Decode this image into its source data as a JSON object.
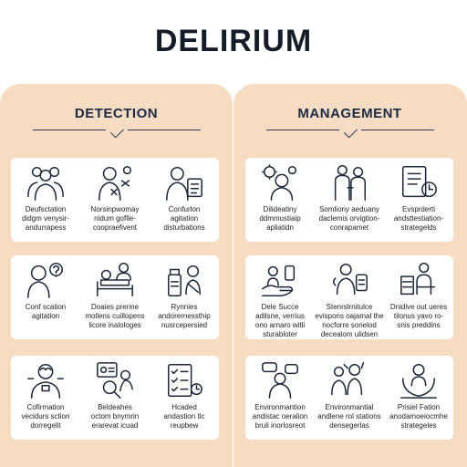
{
  "title": "DELIRIUM",
  "sections": [
    {
      "heading": "DETECTION",
      "cards": [
        [
          {
            "icon": "group-of-people-icon",
            "caption": "Deufsctation\ndidgm venysir-\nandurrapess"
          },
          {
            "icon": "confused-patient-icon",
            "caption": "Norsinpwomay\nnidum goflle-\ncoopraefivent"
          },
          {
            "icon": "doctor-clipboard-icon",
            "caption": "Confurlon\nagitation\ndisturbations"
          }
        ],
        [
          {
            "icon": "question-head-icon",
            "caption": "Conf scation\nagitation"
          },
          {
            "icon": "hospital-bed-icon",
            "caption": "Doaies prerine\nmollens cuillopens\nlicore inalologes"
          },
          {
            "icon": "medicine-bottle-icon",
            "caption": "Rynnies\nandorernessthip\nnusrcepersied"
          }
        ],
        [
          {
            "icon": "brain-person-icon",
            "caption": "Cofirmation\nvecidurs sction\ndorregelit"
          },
          {
            "icon": "magnifier-screen-icon",
            "caption": "Beldeahes\noctom bnymrin\nerarevat icuad"
          },
          {
            "icon": "checklist-icon",
            "caption": "Hcaded\nandastion tlc\nreupbew"
          }
        ]
      ]
    },
    {
      "heading": "MANAGEMENT",
      "cards": [
        [
          {
            "icon": "doctor-gears-icon",
            "caption": "Dilideatiny\nddmmustiaip\napliatidn"
          },
          {
            "icon": "two-people-icon",
            "caption": "Somliony aeduany\ndaclemis orvigtion-\nconrapamet"
          },
          {
            "icon": "clipboard-clock-icon",
            "caption": "Evsprderti\nandsttestiation-\nstrategelds"
          }
        ],
        [
          {
            "icon": "hand-pills-icon",
            "caption": "Dele Succe\nadilsne, verrius\nono arnaro witli\nsturabloter"
          },
          {
            "icon": "nurse-bed-icon",
            "caption": "Stenrslrnitulce\nevispons oajamal the\nnocforre sonelod\ndecealom ulidsen"
          },
          {
            "icon": "desk-chair-icon",
            "caption": "Dnidive out ueres\ntilonus yavo ro-\nsnis preddins"
          }
        ],
        [
          {
            "icon": "chat-doctor-icon",
            "caption": "Environmantion\nandistac oeralion\nbruli inorlosreot"
          },
          {
            "icon": "family-care-icon",
            "caption": "Environmantial\nandlene rol stations\ndensegerlas"
          },
          {
            "icon": "caring-hands-icon",
            "caption": "Prisiel Fation\nanodamoeiocmhe\nstrategeles"
          }
        ]
      ]
    }
  ]
}
